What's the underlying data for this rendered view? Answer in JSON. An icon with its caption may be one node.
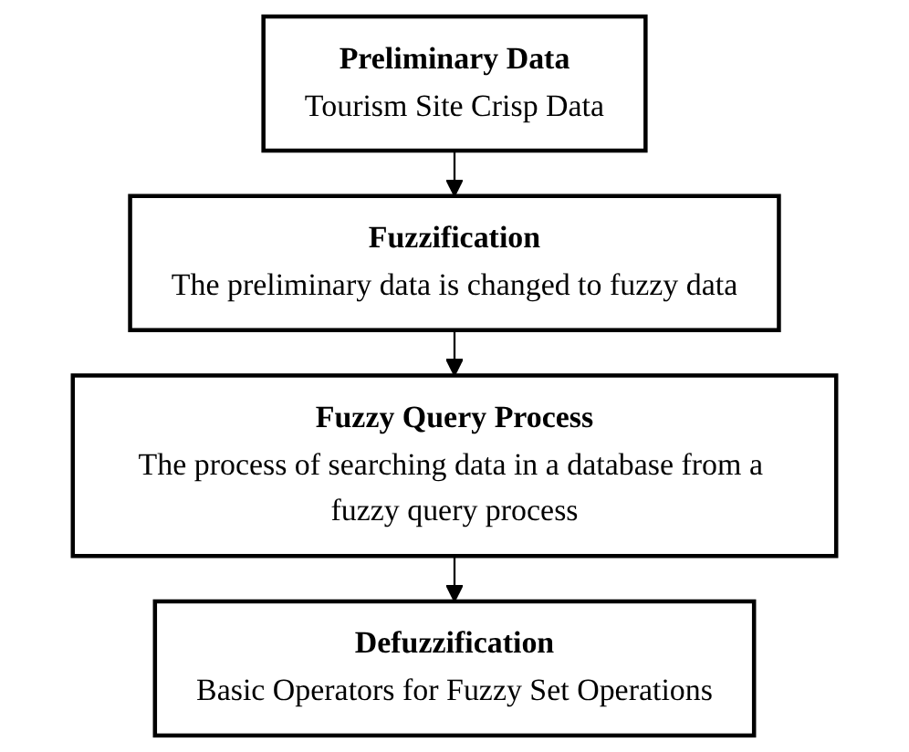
{
  "diagram": {
    "nodes": [
      {
        "text": [
          "Preliminary Data",
          "Tourism Site Crisp Data"
        ]
      },
      {
        "text": [
          "Fuzzification",
          "The preliminary data is changed to fuzzy data"
        ]
      },
      {
        "text": [
          "Fuzzy Query Process",
          "The process of searching data in a database from a fuzzy query process"
        ]
      },
      {
        "text": [
          "Defuzzification",
          "Basic Operators for Fuzzy Set Operations"
        ]
      }
    ],
    "edges": [
      {
        "from": 0,
        "to": 1,
        "arrow": "to"
      },
      {
        "from": 1,
        "to": 2,
        "arrow": "to"
      },
      {
        "from": 2,
        "to": 3,
        "arrow": "to"
      }
    ]
  }
}
